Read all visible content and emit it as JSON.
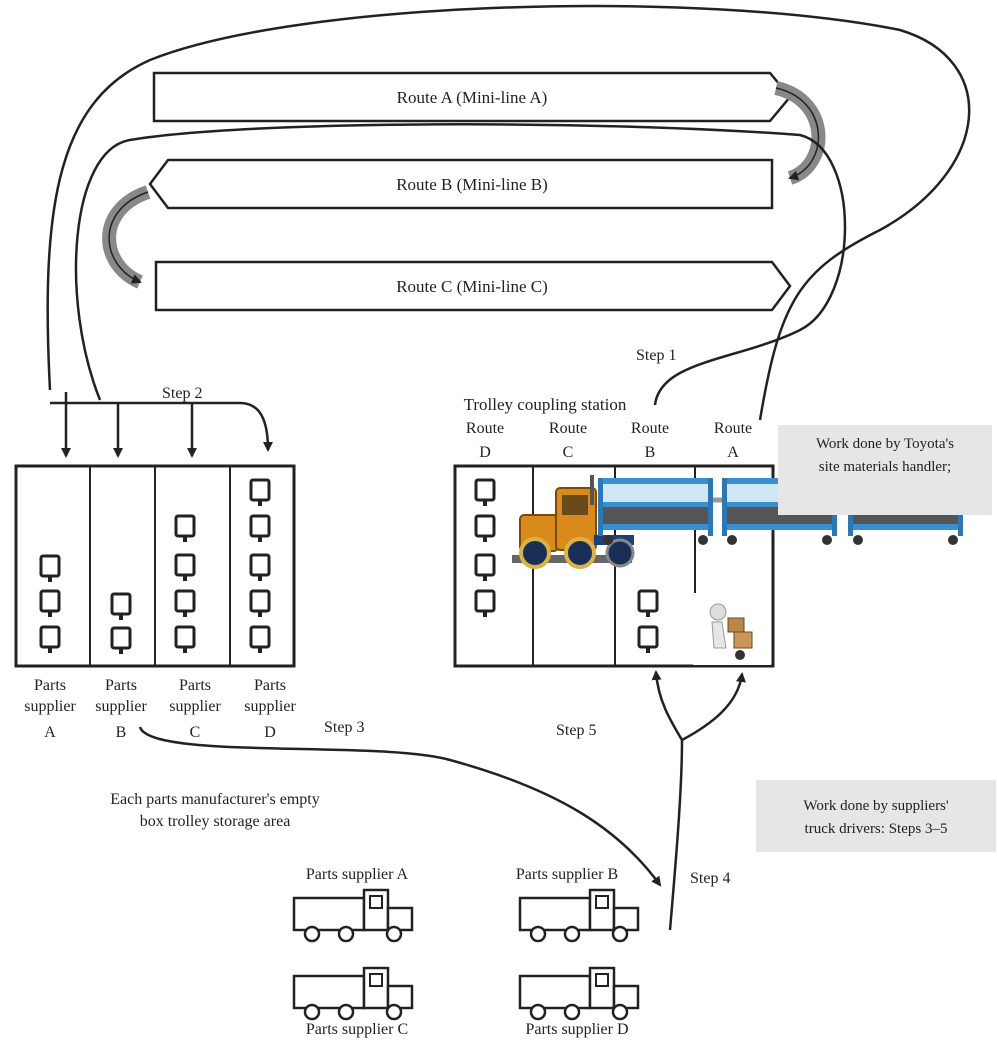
{
  "routes": {
    "route_a": "Route A (Mini-line A)",
    "route_b": "Route B (Mini-line B)",
    "route_c": "Route C (Mini-line C)"
  },
  "steps": {
    "step1": "Step 1",
    "step2": "Step 2",
    "step3": "Step 3",
    "step4": "Step 4",
    "step5": "Step 5"
  },
  "coupling_station": {
    "title": "Trolley coupling station",
    "route_word": "Route",
    "routes": [
      "D",
      "C",
      "B",
      "A"
    ]
  },
  "storage_area": {
    "suppliers": [
      {
        "line1": "Parts",
        "line2": "supplier",
        "line3": "A"
      },
      {
        "line1": "Parts",
        "line2": "supplier",
        "line3": "B"
      },
      {
        "line1": "Parts",
        "line2": "supplier",
        "line3": "C"
      },
      {
        "line1": "Parts",
        "line2": "supplier",
        "line3": "D"
      }
    ],
    "caption_line1": "Each parts manufacturer's empty",
    "caption_line2": "box trolley storage area"
  },
  "notes": {
    "toyota_line1": "Work done by Toyota's",
    "toyota_line2": "site materials handler;",
    "supplier_line1": "Work done by suppliers'",
    "supplier_line2": "truck drivers: Steps 3–5"
  },
  "trucks": {
    "a": "Parts supplier A",
    "b": "Parts supplier B",
    "c": "Parts supplier C",
    "d": "Parts supplier D"
  },
  "colors": {
    "ink": "#222222",
    "truck_orange": "#d98a1c",
    "trolley_blue": "#3a8fd0",
    "note_bg": "#e6e6e6"
  }
}
